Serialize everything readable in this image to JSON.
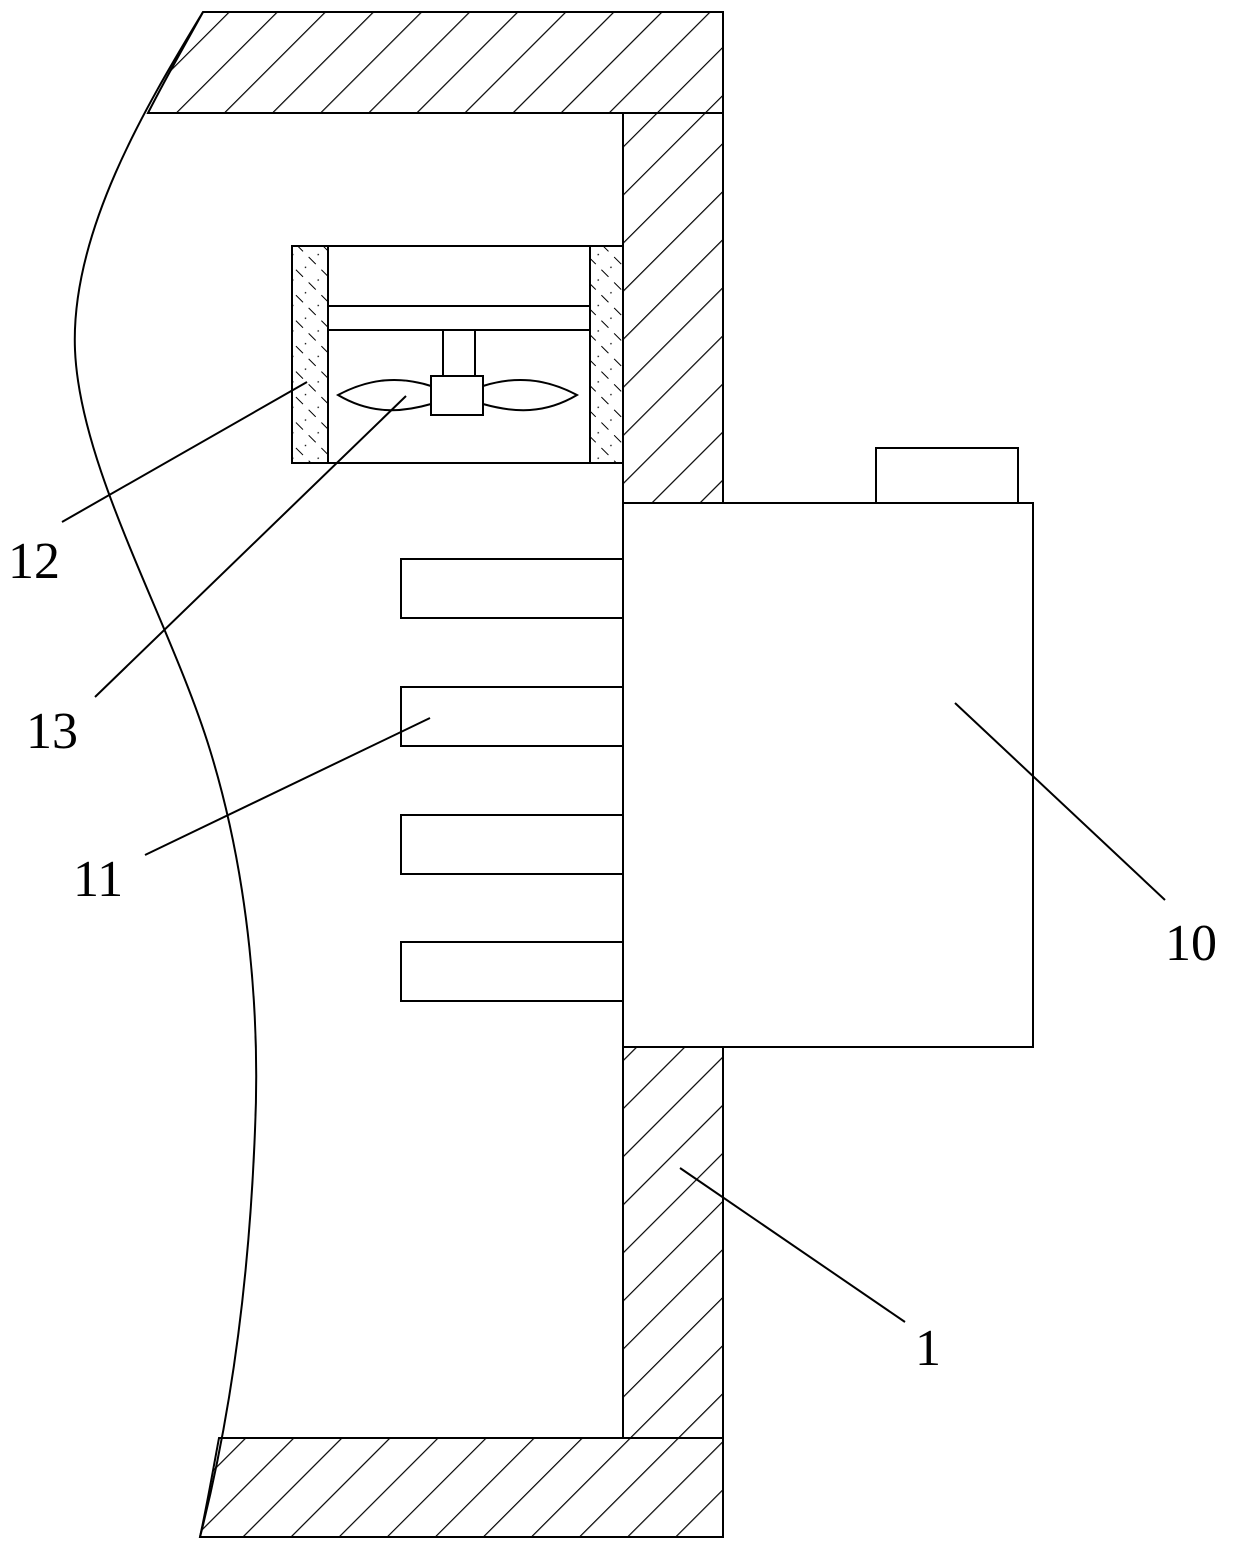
{
  "figure": {
    "labels": {
      "housing": "1",
      "box": "10",
      "fins": "11",
      "fan_frame": "12",
      "fan": "13"
    },
    "colors": {
      "line": "#000000",
      "background": "#ffffff"
    }
  }
}
